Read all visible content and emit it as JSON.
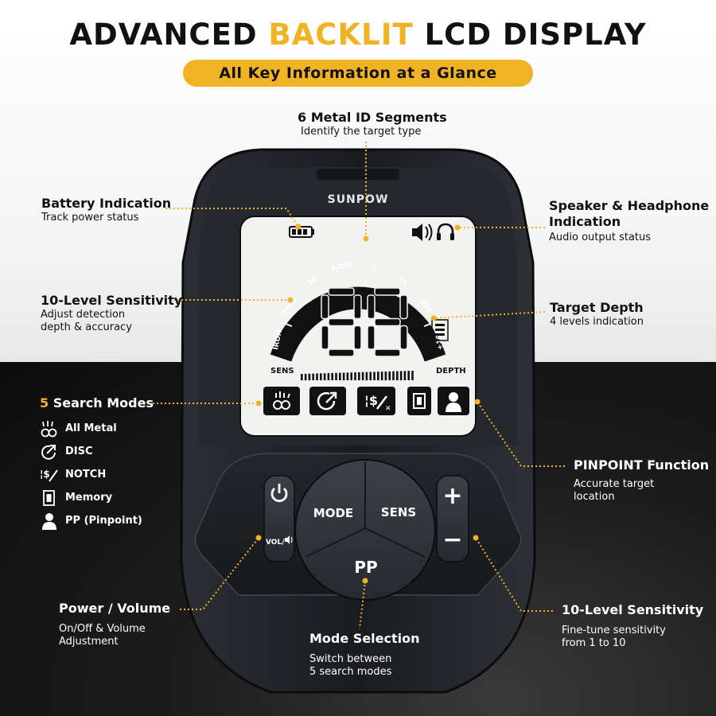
{
  "header": {
    "title_part1": "ADVANCED",
    "title_accent": "BACKLIT",
    "title_part2": "LCD DISPLAY",
    "subtitle": "All Key Information at a Glance"
  },
  "brand": "SUNPOW",
  "colors": {
    "accent": "#f0b323",
    "device": "#1b1d21",
    "lcd": "#f2f3f1"
  },
  "callouts": {
    "metal_id": {
      "title": "6 Metal ID Segments",
      "desc": "Identify the target type"
    },
    "battery": {
      "title": "Battery Indication",
      "desc": "Track power status"
    },
    "speaker": {
      "title_line1": "Speaker & Headphone",
      "title_line2": "Indication",
      "desc": "Audio output status"
    },
    "sensitivity_display": {
      "title": "10-Level Sensitivity",
      "desc_line1": "Adjust detection",
      "desc_line2": "depth & accuracy"
    },
    "depth": {
      "title": "Target Depth",
      "desc": "4 levels indication"
    },
    "search_modes": {
      "count": "5",
      "title": "Search Modes"
    },
    "pinpoint": {
      "title": "PINPOINT Function",
      "desc_line1": "Accurate target",
      "desc_line2": "location"
    },
    "power": {
      "title": "Power / Volume",
      "desc_line1": "On/Off & Volume",
      "desc_line2": "Adjustment"
    },
    "mode_selection": {
      "title": "Mode Selection",
      "desc_line1": "Switch between",
      "desc_line2": "5 search modes"
    },
    "sensitivity_buttons": {
      "title": "10-Level Sensitivity",
      "desc_line1": "Fine-tune sensitivity",
      "desc_line2": "from 1 to 10"
    }
  },
  "modes": [
    {
      "label": "All Metal",
      "icon": "all-metal-icon"
    },
    {
      "label": "DISC",
      "icon": "disc-icon"
    },
    {
      "label": "NOTCH",
      "icon": "notch-icon"
    },
    {
      "label": "Memory",
      "icon": "memory-icon"
    },
    {
      "label": "PP (Pinpoint)",
      "icon": "pinpoint-icon"
    }
  ],
  "lcd": {
    "digits": "88",
    "sens_label": "SENS",
    "depth_label": "DEPTH",
    "segments": [
      "IRON",
      "FOIL",
      "5¢",
      "2-TAB",
      "⎍",
      "1¢",
      "25¢",
      "50¢+"
    ]
  },
  "buttons": {
    "mode": "MODE",
    "sens": "SENS",
    "pp": "PP",
    "vol": "VOL/",
    "plus": "+",
    "minus": "−"
  }
}
